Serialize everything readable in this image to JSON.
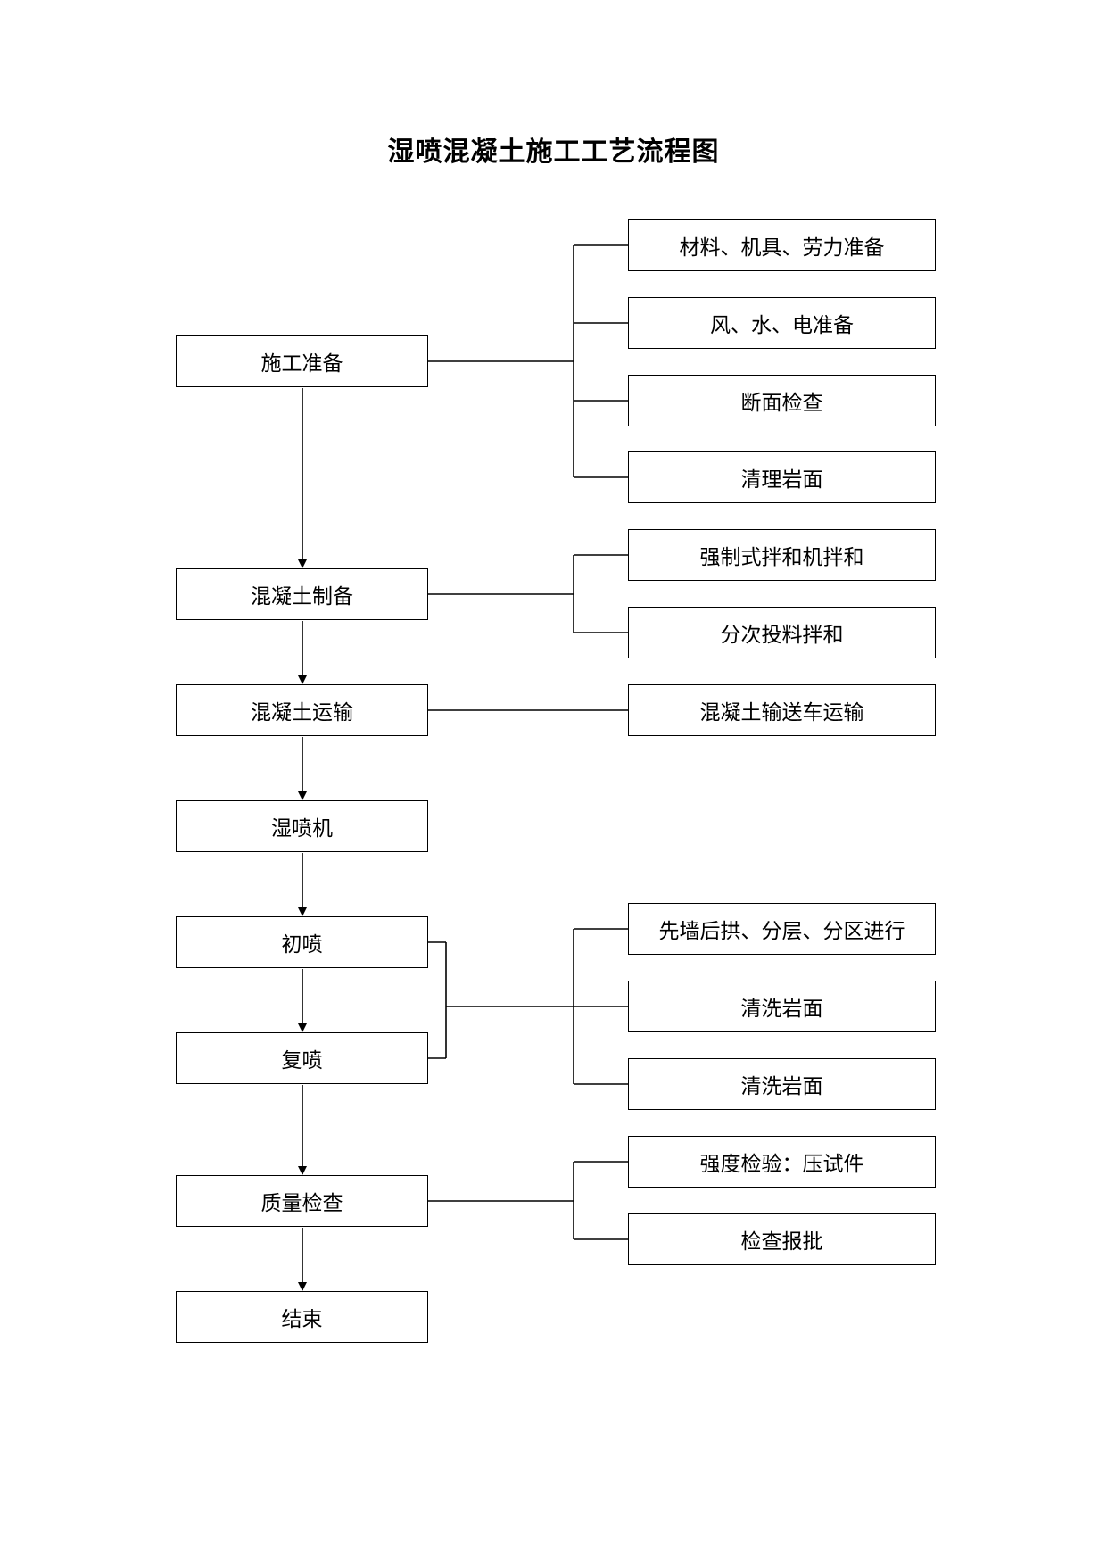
{
  "title": "湿喷混凝土施工工艺流程图",
  "main_steps": [
    "施工准备",
    "混凝土制备",
    "混凝土运输",
    "湿喷机",
    "初喷",
    "复喷",
    "质量检查",
    "结束"
  ],
  "side_steps": {
    "prep": [
      "材料、机具、劳力准备",
      "风、水、电准备",
      "断面检查",
      "清理岩面"
    ],
    "mix": [
      "强制式拌和机拌和",
      "分次投料拌和"
    ],
    "transport": [
      "混凝土输送车运输"
    ],
    "spray": [
      "先墙后拱、分层、分区进行",
      "清洗岩面",
      "清洗岩面"
    ],
    "quality": [
      "强度检验：压试件",
      "检查报批"
    ]
  }
}
